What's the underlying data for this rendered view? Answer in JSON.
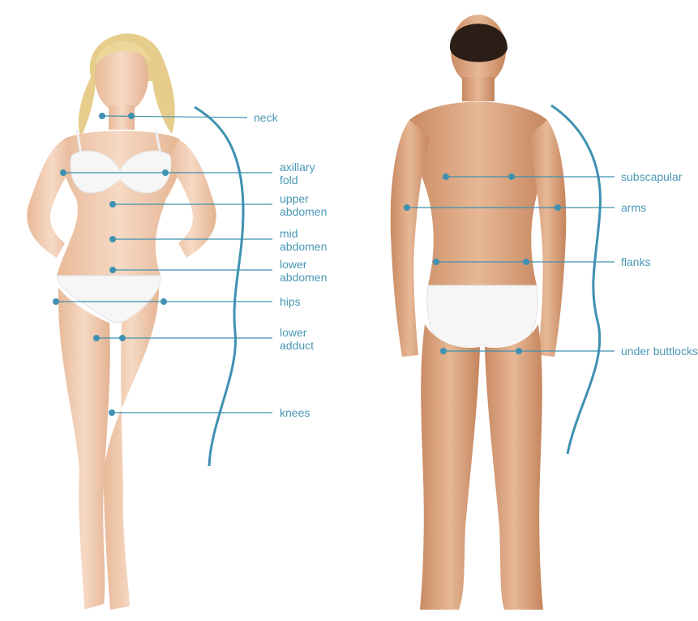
{
  "colors": {
    "accent": "#3f91b1",
    "skin": "#efc9ad",
    "skin_shade": "#d99f7c",
    "hair_female": "#e8cf8e",
    "hair_male": "#2b1e17",
    "underwear": "#f6f6f6"
  },
  "figures": [
    {
      "id": "female",
      "view": "front",
      "labels": [
        {
          "key": "neck",
          "lines": [
            "neck"
          ]
        },
        {
          "key": "axillary-fold",
          "lines": [
            "axillary",
            "fold"
          ]
        },
        {
          "key": "upper-abdomen",
          "lines": [
            "upper",
            "abdomen"
          ]
        },
        {
          "key": "mid-abdomen",
          "lines": [
            "mid",
            "abdomen"
          ]
        },
        {
          "key": "lower-abdomen",
          "lines": [
            "lower",
            "abdomen"
          ]
        },
        {
          "key": "hips",
          "lines": [
            "hips"
          ]
        },
        {
          "key": "lower-adduct",
          "lines": [
            "lower",
            "adduct"
          ]
        },
        {
          "key": "knees",
          "lines": [
            "knees"
          ]
        }
      ]
    },
    {
      "id": "male",
      "view": "back",
      "labels": [
        {
          "key": "subscapular",
          "lines": [
            "subscapular"
          ]
        },
        {
          "key": "arms",
          "lines": [
            "arms"
          ]
        },
        {
          "key": "flanks",
          "lines": [
            "flanks"
          ]
        },
        {
          "key": "under-buttlocks",
          "lines": [
            "under buttlocks"
          ]
        }
      ]
    }
  ]
}
